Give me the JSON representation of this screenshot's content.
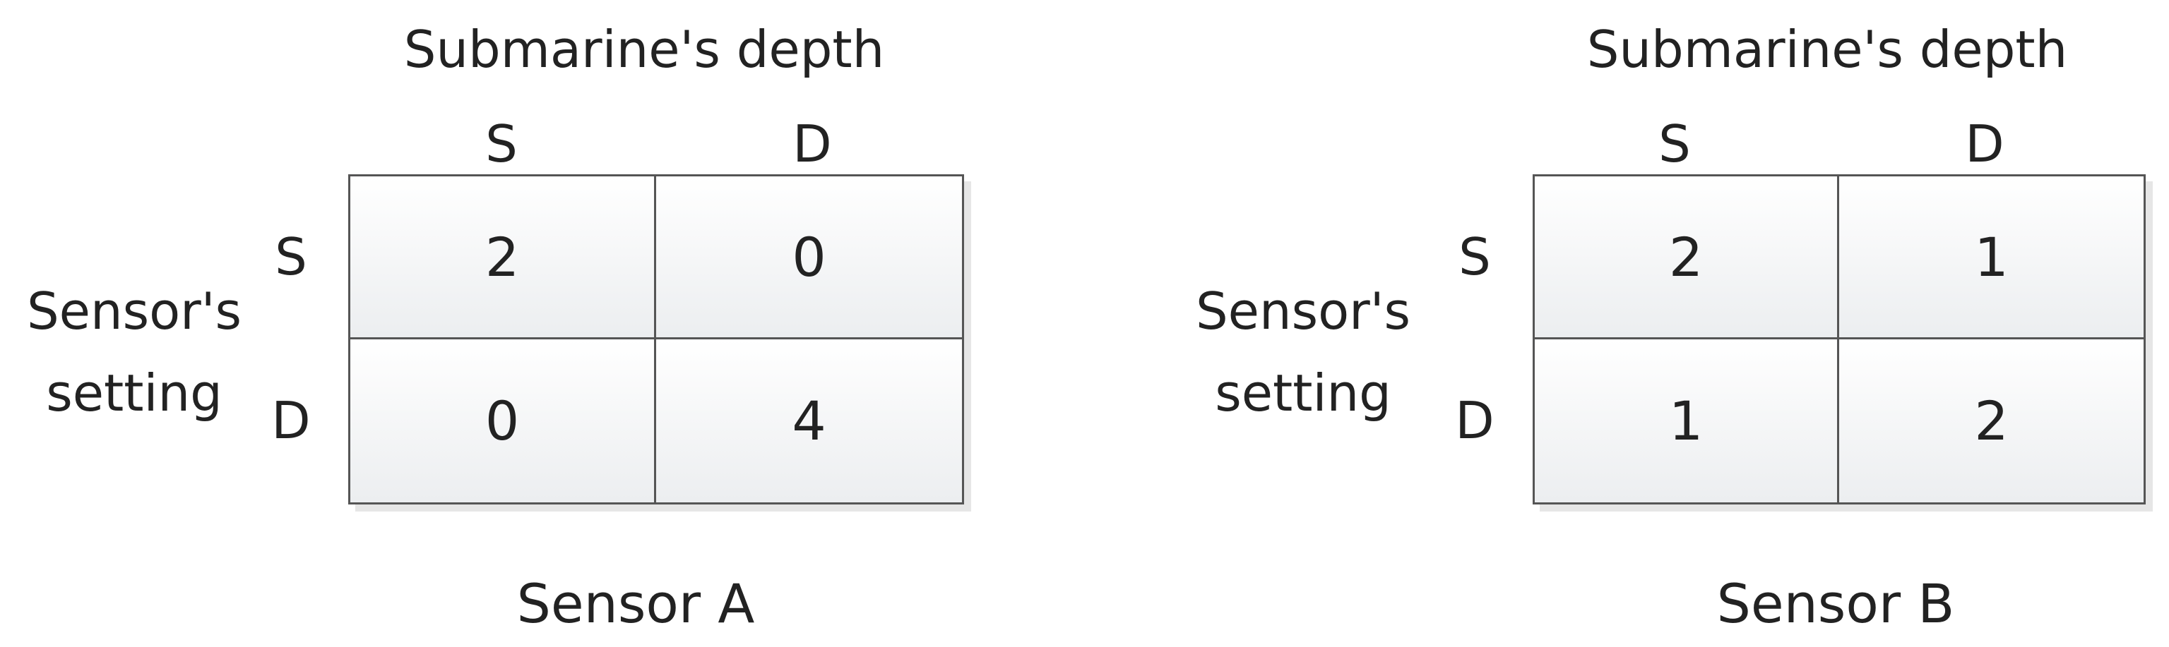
{
  "panels": [
    {
      "column_title": "Submarine's depth",
      "column_headers": [
        "S",
        "D"
      ],
      "row_title_lines": [
        "Sensor's",
        "setting"
      ],
      "row_headers": [
        "S",
        "D"
      ],
      "cells": [
        [
          "2",
          "0"
        ],
        [
          "0",
          "4"
        ]
      ],
      "caption": "Sensor A"
    },
    {
      "column_title": "Submarine's depth",
      "column_headers": [
        "S",
        "D"
      ],
      "row_title_lines": [
        "Sensor's",
        "setting"
      ],
      "row_headers": [
        "S",
        "D"
      ],
      "cells": [
        [
          "2",
          "1"
        ],
        [
          "1",
          "2"
        ]
      ],
      "caption": "Sensor B"
    }
  ],
  "colors": {
    "border": "#555555",
    "text": "#222222",
    "shadow": "#e6e6e6"
  }
}
